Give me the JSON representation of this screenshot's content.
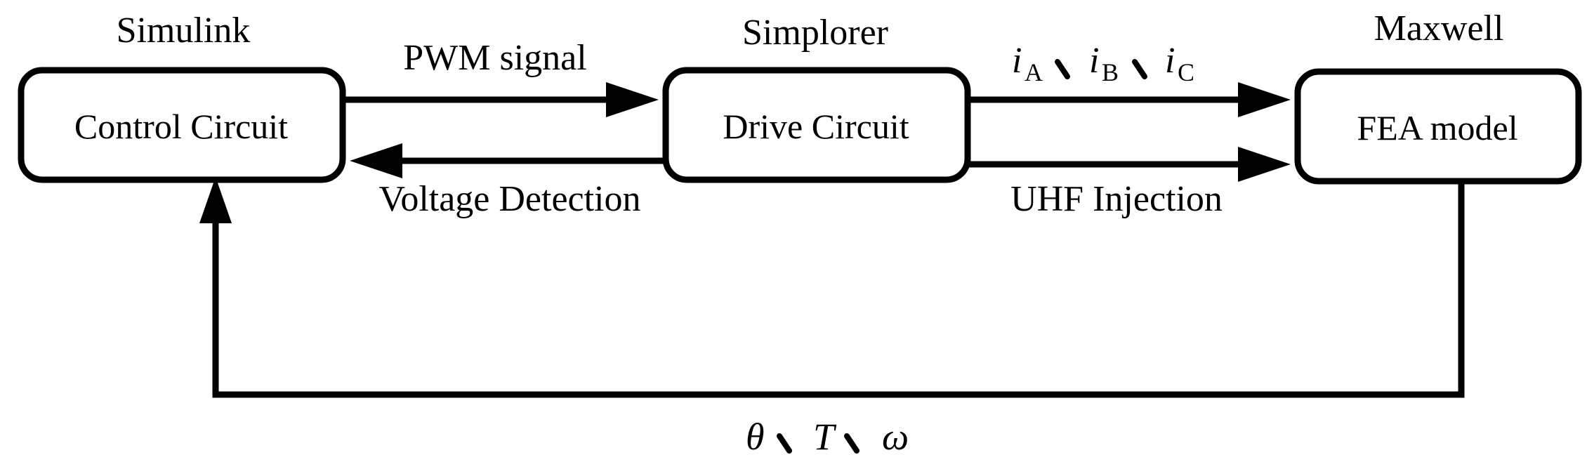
{
  "diagram": {
    "description": "Co-simulation data-flow block diagram linking Simulink, Simplorer and Maxwell",
    "colors": {
      "background": "#ffffff",
      "stroke": "#000000",
      "text": "#000000"
    },
    "nodes": {
      "control": {
        "tool": "Simulink",
        "label": "Control Circuit"
      },
      "drive": {
        "tool": "Simplorer",
        "label": "Drive Circuit"
      },
      "fea": {
        "tool": "Maxwell",
        "label": "FEA model"
      }
    },
    "edges": {
      "pwm": {
        "label": "PWM signal",
        "from": "Control Circuit",
        "to": "Drive Circuit"
      },
      "voltage": {
        "label": "Voltage Detection",
        "from": "Drive Circuit",
        "to": "Control Circuit"
      },
      "currents": {
        "label": "iA、iB、iC",
        "from": "Drive Circuit",
        "to": "FEA model",
        "parts": {
          "i": "i",
          "a": "A",
          "b": "B",
          "c": "C",
          "separator": "、"
        }
      },
      "uhf": {
        "label": "UHF Injection",
        "from": "Drive Circuit",
        "to": "FEA model"
      },
      "feedback": {
        "label": "θ、T、ω",
        "from": "FEA model",
        "to": "Control Circuit",
        "parts": {
          "theta": "θ",
          "t": "T",
          "omega": "ω",
          "separator": "、"
        }
      }
    }
  }
}
